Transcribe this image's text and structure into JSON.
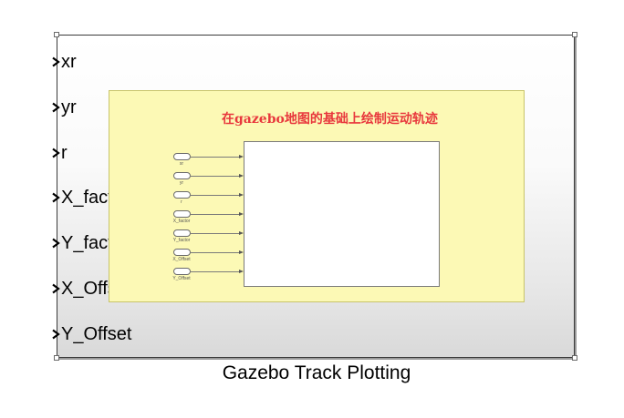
{
  "block": {
    "caption": "Gazebo Track Plotting",
    "ports": [
      "xr",
      "yr",
      "r",
      "X_factor",
      "Y_factor",
      "X_Offset",
      "Y_Offset"
    ]
  },
  "inner": {
    "title": "在gazebo地图的基础上绘制运动轨迹",
    "inports": [
      "xr",
      "yr",
      "r",
      "X_factor",
      "Y_factor",
      "X_Offset",
      "Y_Offset"
    ]
  },
  "colors": {
    "area_fill": "#fcf9b5",
    "title_color": "#e8383d",
    "chevron": "#000000"
  },
  "icons": {
    "port_marker": "chevron-right-icon",
    "resize_handle": "square-handle-icon",
    "wire_arrow": "arrowhead-icon"
  }
}
